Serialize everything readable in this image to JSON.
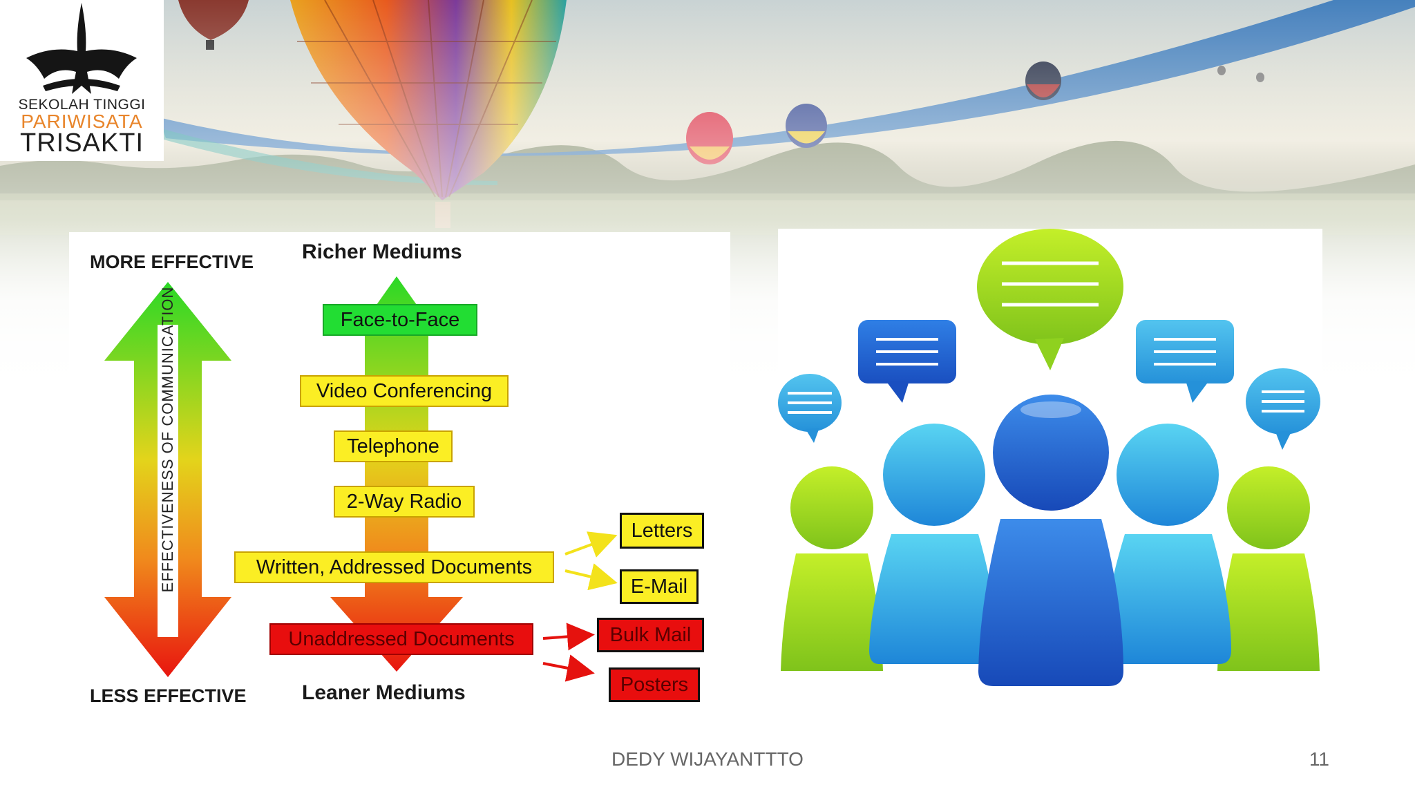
{
  "logo": {
    "line1": "SEKOLAH TINGGI",
    "line2": "PARIWISATA",
    "line3": "TRISAKTI",
    "accent_color": "#e8852b"
  },
  "diagram": {
    "more_effective": "MORE EFFECTIVE",
    "less_effective": "LESS EFFECTIVE",
    "axis_label": "EFFECTIVENESS OF COMMUNICATION",
    "richer_mediums": "Richer Mediums",
    "leaner_mediums": "Leaner Mediums",
    "mediums": [
      {
        "label": "Face-to-Face",
        "color": "green"
      },
      {
        "label": "Video Conferencing",
        "color": "yellow"
      },
      {
        "label": "Telephone",
        "color": "yellow"
      },
      {
        "label": "2-Way Radio",
        "color": "yellow"
      },
      {
        "label": "Written, Addressed Documents",
        "color": "yellow"
      },
      {
        "label": "Unaddressed Documents",
        "color": "red"
      }
    ],
    "outputs": [
      {
        "label": "Letters",
        "color": "yellow"
      },
      {
        "label": "E-Mail",
        "color": "yellow"
      },
      {
        "label": "Bulk Mail",
        "color": "red"
      },
      {
        "label": "Posters",
        "color": "red"
      }
    ],
    "colors": {
      "green": "#22dd33",
      "yellow": "#fbee24",
      "red": "#e80e0e"
    }
  },
  "illustration": {
    "icons": [
      "group-people-icon",
      "speech-bubble-icon"
    ]
  },
  "footer": {
    "author": "DEDY WIJAYANTTTO",
    "page_number": "11"
  }
}
